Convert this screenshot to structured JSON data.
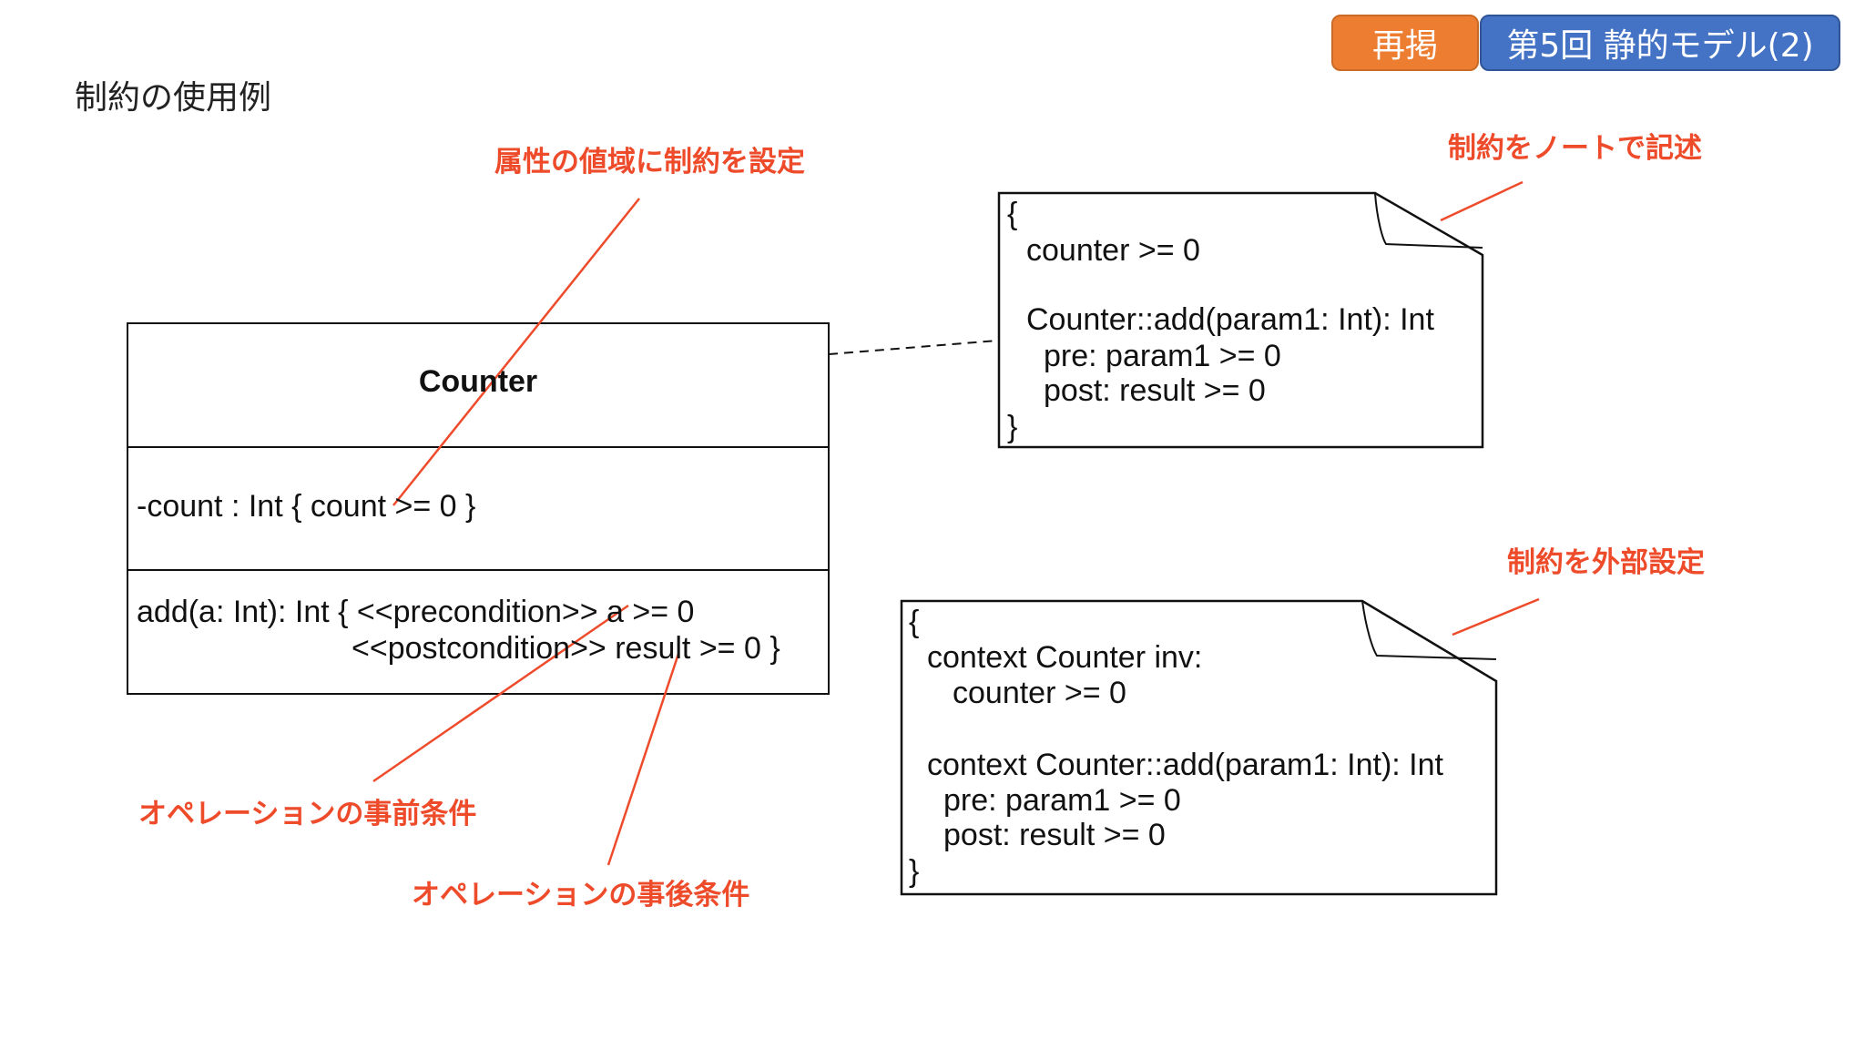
{
  "badges": {
    "tag": "再掲",
    "lecture": "第5回 静的モデル(2)"
  },
  "slide_title": "制約の使用例",
  "annotations": {
    "attr_domain": "属性の値域に制約を設定",
    "note": "制約をノートで記述",
    "external": "制約を外部設定",
    "precondition": "オペレーションの事前条件",
    "postcondition": "オペレーションの事後条件"
  },
  "class_box": {
    "name": "Counter",
    "attribute": "-count : Int { count >= 0 }",
    "operation_line1": "add(a: Int): Int { <<precondition>> a >= 0",
    "operation_line2": "<<postcondition>> result >= 0 }"
  },
  "note1": {
    "open": "{",
    "line1": "counter >= 0",
    "line2": "Counter::add(param1: Int): Int",
    "line3": "pre: param1 >= 0",
    "line4": "post: result >= 0",
    "close": "}"
  },
  "note2": {
    "open": "{",
    "line1": "context Counter inv:",
    "line2": "counter >= 0",
    "line3": "context Counter::add(param1: Int): Int",
    "line4": "pre: param1 >= 0",
    "line5": "post: result >= 0",
    "close": "}"
  },
  "colors": {
    "accent_red": "#ee4b2b",
    "badge_orange": "#ed7d31",
    "badge_blue": "#4472c4"
  }
}
